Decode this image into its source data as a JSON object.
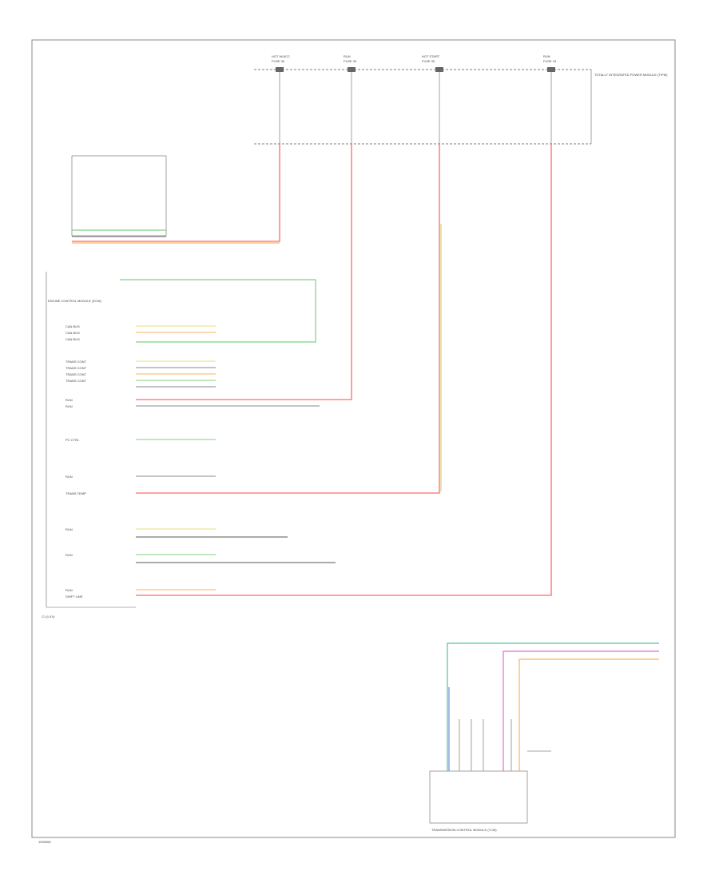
{
  "diagram": {
    "footer_code": "1000065",
    "connector_label": "C1 (LXX)",
    "fuse_box": {
      "fuses": [
        {
          "title": "HOT W/ACC",
          "name": "FUSE 30"
        },
        {
          "title": "RUN",
          "name": "FUSE 33"
        },
        {
          "title": "HOT START",
          "name": "FUSE 35"
        },
        {
          "title": "RUN",
          "name": "FUSE 43"
        }
      ],
      "caption": "TOTALLY INTEGRATED POWER MODULE (TIPM)"
    },
    "left_labels": [
      "CAN BUS",
      "CAN BUS",
      "CAN BUS",
      "TRANS CONT",
      "TRANS CONT",
      "TRANS CONT",
      "TRANS CONT",
      "RUN",
      "RUN",
      "PC CTRL",
      "RUN",
      "TRANS TEMP",
      "RUN",
      "RUN",
      "RUN",
      "SHIFT LINE"
    ],
    "ecm_title": "ENGINE CONTROL MODULE (ECM)",
    "tcm_title": "TRANSMISSION CONTROL MODULE (TCM)"
  },
  "colors": {
    "red": "#ff6a6a",
    "orange": "#ffb066",
    "green": "#7fd27f",
    "yellow": "#e6e27a",
    "gray": "#888888",
    "blue": "#6f8fd8",
    "magenta": "#e36ae3",
    "teal": "#58c0a0"
  }
}
